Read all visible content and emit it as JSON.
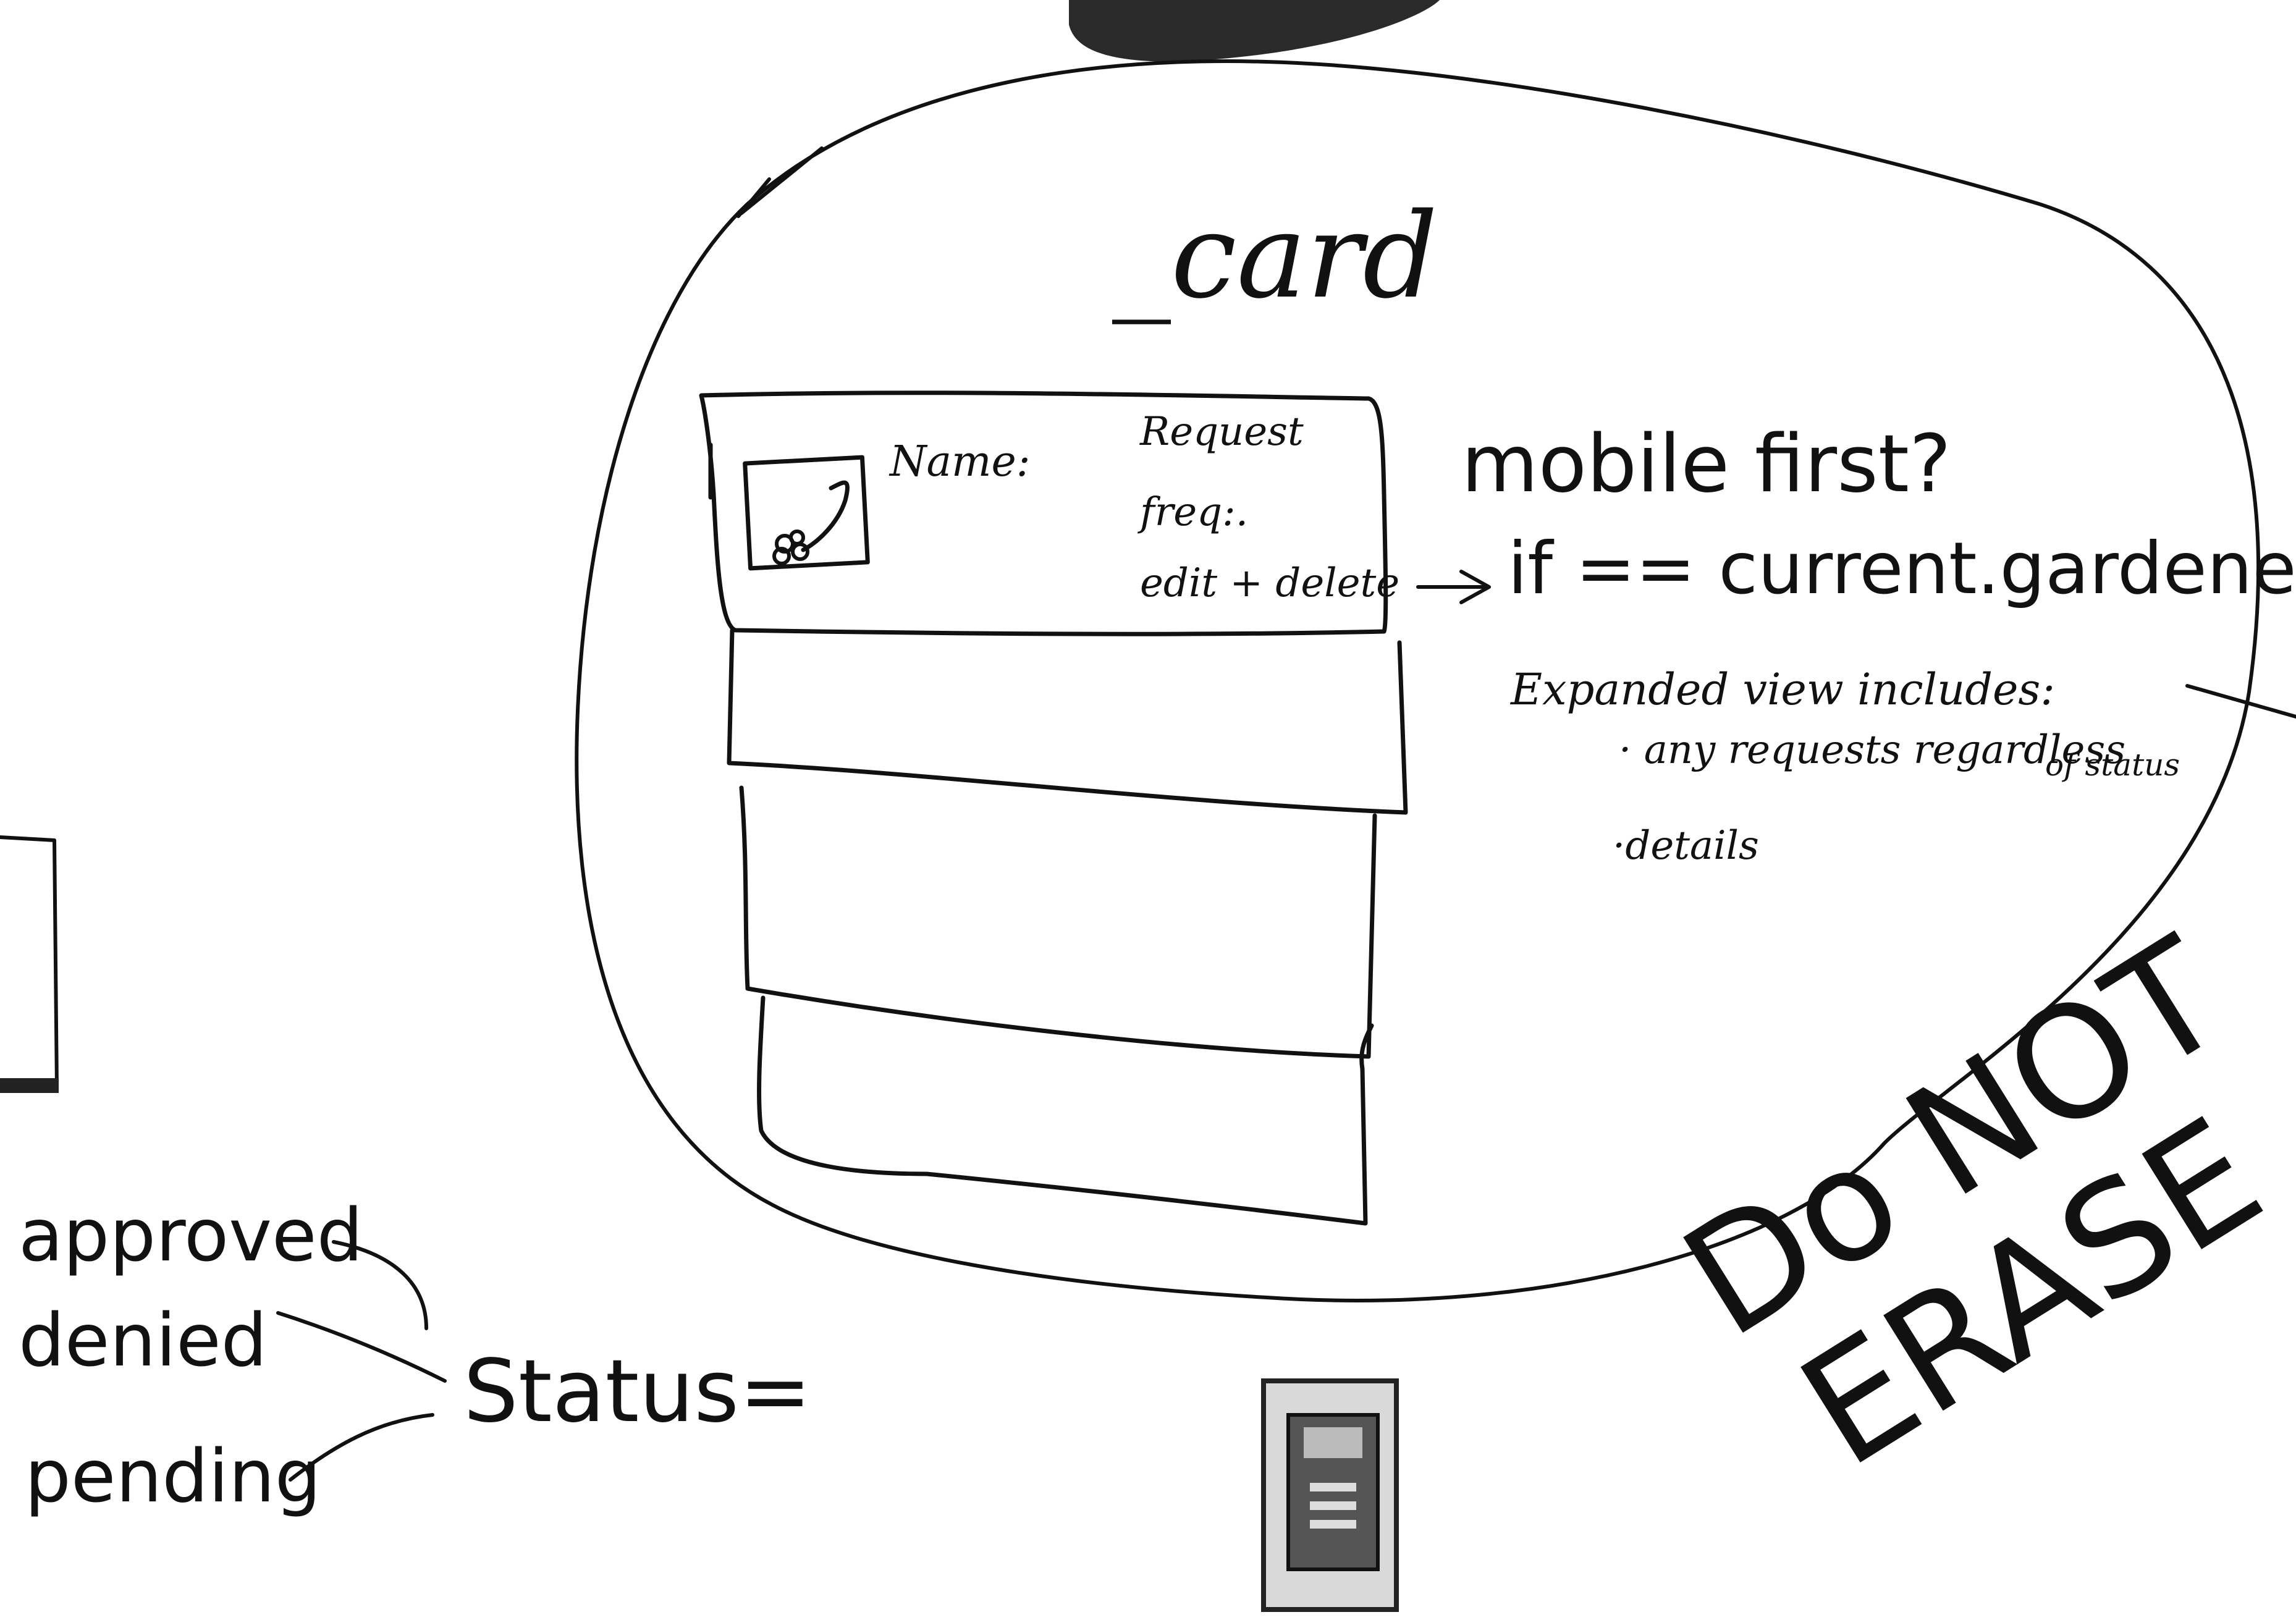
{
  "board": {
    "title": "_card",
    "card_fields": {
      "name": "Name:",
      "request": "Request",
      "freq": "freq:.",
      "edit_delete": "edit + delete"
    },
    "notes": {
      "mobile_first": "mobile first?",
      "condition": "if == current.gardener",
      "expanded_heading": "Expanded view includes:",
      "expanded_items": [
        "· any requests regardless",
        "of status",
        "·details"
      ]
    },
    "status": {
      "label": "Status=",
      "values": [
        "approved",
        "denied",
        "pending"
      ]
    },
    "warning": {
      "line1": "Do NOT",
      "line2": "ERASE"
    }
  },
  "colors": {
    "ink": "#111111",
    "board": "#ffffff"
  },
  "icons": [
    "plant-trowel-icon",
    "wall-switch-icon"
  ]
}
